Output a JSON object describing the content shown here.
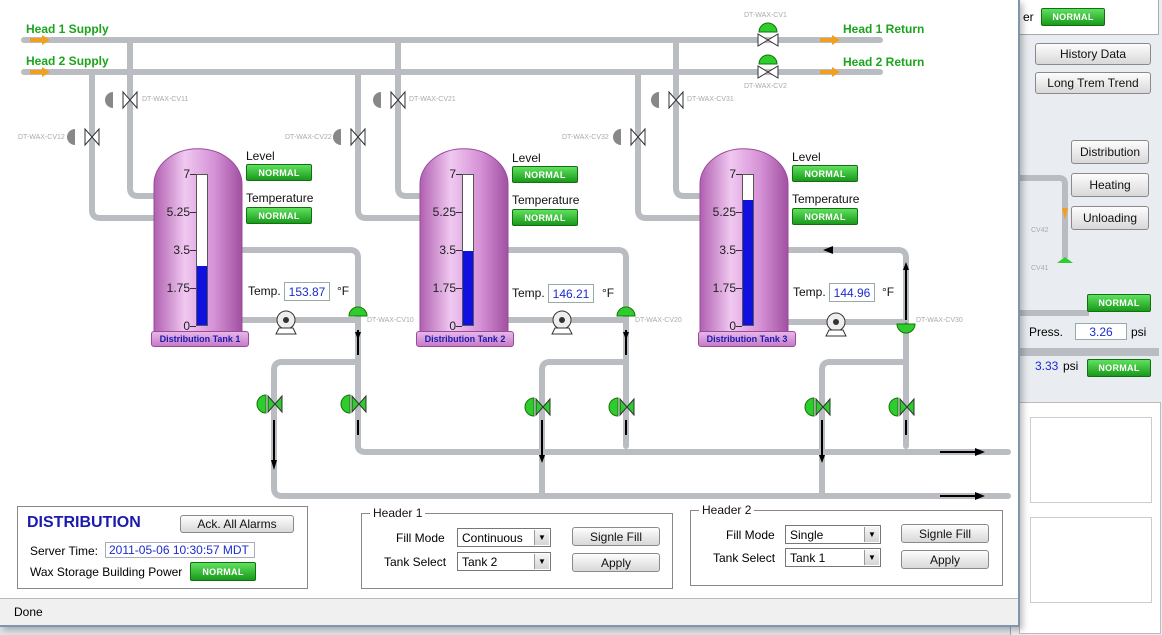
{
  "background_window": {
    "top_status_fragment": "er",
    "top_badge": "NORMAL",
    "buttons": [
      "History Data",
      "Long Trem Trend"
    ],
    "nav_buttons": [
      "Distribution",
      "Heating",
      "Unloading"
    ],
    "valve_fragments": [
      "CV42",
      "CV41"
    ],
    "badge2": "NORMAL",
    "press_label": "Press.",
    "press_value": "3.26",
    "press_unit": "psi",
    "press2_value": "3.33",
    "press2_unit": "psi",
    "badge3": "NORMAL"
  },
  "headers": {
    "head1_supply": "Head 1 Supply",
    "head2_supply": "Head 2 Supply",
    "head1_return": "Head 1 Return",
    "head2_return": "Head 2 Return"
  },
  "valves": {
    "cv1": "DT-WAX-CV1",
    "cv2": "DT-WAX-CV2",
    "cv11": "DT-WAX-CV11",
    "cv12": "DT-WAX-CV12",
    "cv21": "DT-WAX-CV21",
    "cv22": "DT-WAX-CV22",
    "cv31": "DT-WAX-CV31",
    "cv32": "DT-WAX-CV32",
    "cv10": "DT-WAX-CV10",
    "cv20": "DT-WAX-CV20",
    "cv30": "DT-WAX-CV30"
  },
  "tanks": [
    {
      "name": "Distribution Tank 1",
      "level_label": "Level",
      "level_status": "NORMAL",
      "temp_label": "Temperature",
      "temp_status": "NORMAL",
      "temp_field_label": "Temp.",
      "temp_value": "153.87",
      "temp_unit": "°F",
      "level_fraction": 0.39,
      "scale": [
        "7",
        "5.25",
        "3.5",
        "1.75",
        "0"
      ]
    },
    {
      "name": "Distribution Tank 2",
      "level_label": "Level",
      "level_status": "NORMAL",
      "temp_label": "Temperature",
      "temp_status": "NORMAL",
      "temp_field_label": "Temp.",
      "temp_value": "146.21",
      "temp_unit": "°F",
      "level_fraction": 0.49,
      "scale": [
        "7",
        "5.25",
        "3.5",
        "1.75",
        "0"
      ]
    },
    {
      "name": "Distribution Tank 3",
      "level_label": "Level",
      "level_status": "NORMAL",
      "temp_label": "Temperature",
      "temp_status": "NORMAL",
      "temp_field_label": "Temp.",
      "temp_value": "144.96",
      "temp_unit": "°F",
      "level_fraction": 0.83,
      "scale": [
        "7",
        "5.25",
        "3.5",
        "1.75",
        "0"
      ]
    }
  ],
  "distribution_panel": {
    "title": "DISTRIBUTION",
    "ack_button": "Ack. All Alarms",
    "server_time_label": "Server Time:",
    "server_time_value": "2011-05-06 10:30:57 MDT",
    "power_label": "Wax Storage Building Power",
    "power_status": "NORMAL"
  },
  "header1_panel": {
    "legend": "Header 1",
    "fill_mode_label": "Fill Mode",
    "fill_mode_value": "Continuous",
    "tank_select_label": "Tank Select",
    "tank_select_value": "Tank 2",
    "single_fill_button": "Signle Fill",
    "apply_button": "Apply"
  },
  "header2_panel": {
    "legend": "Header 2",
    "fill_mode_label": "Fill Mode",
    "fill_mode_value": "Single",
    "tank_select_label": "Tank Select",
    "tank_select_value": "Tank 1",
    "single_fill_button": "Signle Fill",
    "apply_button": "Apply"
  },
  "status_bar": {
    "text": "Done"
  },
  "colors": {
    "pipe": "#b9bcc1",
    "header_text": "#1aa51a",
    "tank": "#d48fd4",
    "level_fill": "#1010e0",
    "badge": "#2fb82f",
    "value_text": "#1a2bd0"
  }
}
